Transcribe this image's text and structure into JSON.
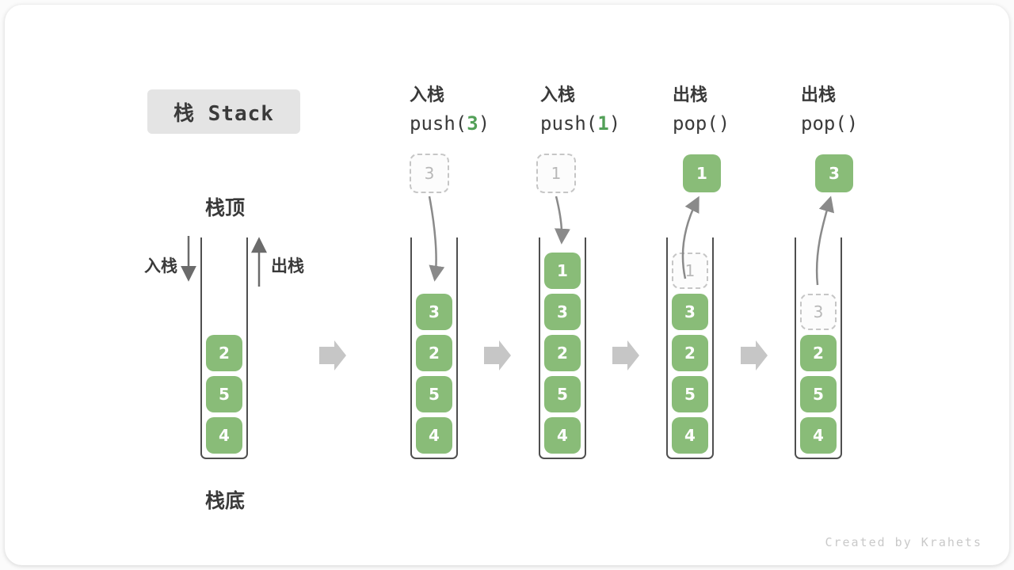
{
  "title": "栈 Stack",
  "watermark": "Created by Krahets",
  "first_stack": {
    "top_label": "栈顶",
    "bottom_label": "栈底",
    "push_label": "入栈",
    "pop_label": "出栈"
  },
  "steps": [
    {
      "op_label": "入栈",
      "code": {
        "pre": "push(",
        "arg": "3",
        "post": ")"
      },
      "floating": {
        "value": "3",
        "variant": "ghost"
      }
    },
    {
      "op_label": "入栈",
      "code": {
        "pre": "push(",
        "arg": "1",
        "post": ")"
      },
      "floating": {
        "value": "1",
        "variant": "ghost"
      }
    },
    {
      "op_label": "出栈",
      "code": {
        "pre": "pop(",
        "arg": "",
        "post": ")"
      },
      "floating": {
        "value": "1",
        "variant": "solid"
      }
    },
    {
      "op_label": "出栈",
      "code": {
        "pre": "pop(",
        "arg": "",
        "post": ")"
      },
      "floating": {
        "value": "3",
        "variant": "solid"
      }
    }
  ],
  "stacks": [
    {
      "cells": [
        {
          "v": "2"
        },
        {
          "v": "5"
        },
        {
          "v": "4"
        }
      ]
    },
    {
      "cells": [
        {
          "v": "3"
        },
        {
          "v": "2"
        },
        {
          "v": "5"
        },
        {
          "v": "4"
        }
      ]
    },
    {
      "cells": [
        {
          "v": "1"
        },
        {
          "v": "3"
        },
        {
          "v": "2"
        },
        {
          "v": "5"
        },
        {
          "v": "4"
        }
      ]
    },
    {
      "cells": [
        {
          "v": "1",
          "ghost": true
        },
        {
          "v": "3"
        },
        {
          "v": "2"
        },
        {
          "v": "5"
        },
        {
          "v": "4"
        }
      ]
    },
    {
      "cells": [
        {
          "v": "3",
          "ghost": true
        },
        {
          "v": "2"
        },
        {
          "v": "5"
        },
        {
          "v": "4"
        }
      ]
    }
  ],
  "colors": {
    "block_green": "#89bc78",
    "code_arg_green": "#53a058",
    "ghost_gray": "#c6c6c6",
    "big_arrow_gray": "#c6c6c6",
    "curve_arrow_gray": "#8a8a8a",
    "wall_gray": "#4f4f4f"
  }
}
